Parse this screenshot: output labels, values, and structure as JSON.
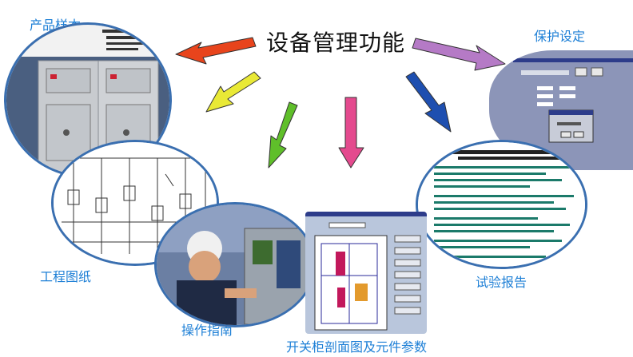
{
  "title": "设备管理功能",
  "labels": {
    "product_sample": "产品样本",
    "protection_setting": "保护设定",
    "engineering_drawing": "工程图纸",
    "test_report": "试验报告",
    "operation_guide": "操作指南",
    "cabinet_section": "开关柜剖面图及元件参数"
  },
  "colors": {
    "red_arrow": "#e8441c",
    "yellow_arrow": "#e9e936",
    "green_arrow": "#5fbf2a",
    "pink_arrow": "#e44a8e",
    "blue_arrow": "#1e4fb0",
    "purple_arrow": "#b57ac6",
    "label_blue": "#1d7fd6",
    "circle_border": "#3a6fb0"
  }
}
